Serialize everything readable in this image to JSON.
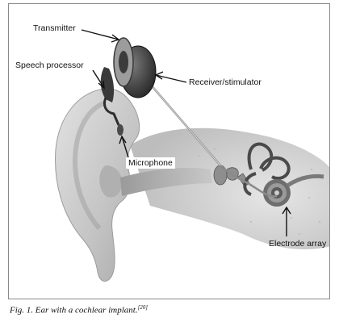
{
  "diagram": {
    "labels": {
      "transmitter": "Transmitter",
      "speech_processor": "Speech processor",
      "receiver_stimulator": "Receiver/stimulator",
      "microphone": "Microphone",
      "electrode_array": "Electrode array"
    },
    "colors": {
      "background_tissue": "#d9d9d9",
      "ear_skin": "#c9c9c9",
      "device_dark": "#3a3a3a",
      "frame_border": "#8a8a8a"
    }
  },
  "caption": {
    "text": "Fig. 1. Ear with a cochlear implant.",
    "reference": "[20]"
  }
}
